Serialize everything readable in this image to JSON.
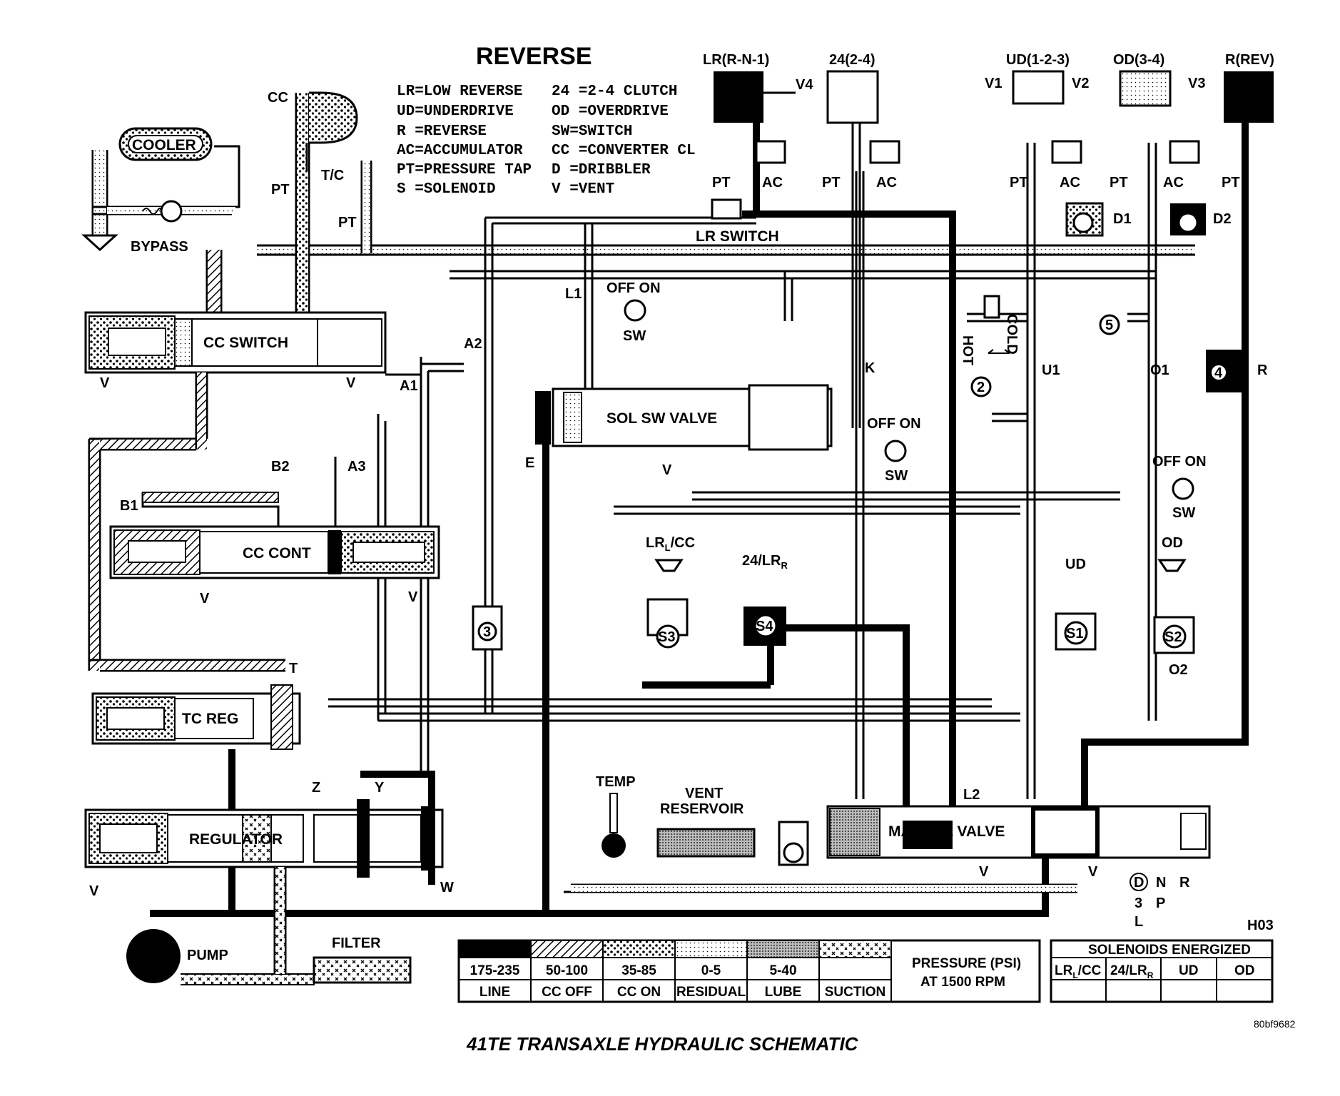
{
  "title": "REVERSE",
  "caption": "41TE TRANSAXLE HYDRAULIC SCHEMATIC",
  "figure_id": "80bf9682",
  "page_code": "H03",
  "legend_abbrev": [
    "LR=LOW REVERSE",
    "24 =2-4 CLUTCH",
    "UD=UNDERDRIVE",
    "OD =OVERDRIVE",
    "R =REVERSE",
    "SW=SWITCH",
    "AC=ACCUMULATOR",
    "CC =CONVERTER CL",
    "PT=PRESSURE TAP",
    "D =DRIBBLER",
    "S =SOLENOID",
    "V =VENT"
  ],
  "clutches": {
    "lr": "LR(R-N-1)",
    "c24": "24(2-4)",
    "ud": "UD(1-2-3)",
    "od": "OD(3-4)",
    "rev": "R(REV)"
  },
  "valves": {
    "cc_switch": "CC SWITCH",
    "cc_cont": "CC CONT",
    "tc_reg": "TC REG",
    "regulator": "REGULATOR",
    "sol_sw_valve": "SOL SW VALVE",
    "manual_valve": "MANUAL VALVE",
    "lr_switch": "LR SWITCH"
  },
  "components": {
    "cooler": "COOLER",
    "bypass": "BYPASS",
    "cc": "CC",
    "tc": "T/C",
    "pump": "PUMP",
    "filter": "FILTER",
    "temp": "TEMP",
    "vent_reservoir_1": "VENT",
    "vent_reservoir_2": "RESERVOIR",
    "hot": "HOT",
    "cold": "COLD"
  },
  "labels": {
    "pt": "PT",
    "ac": "AC",
    "v": "V",
    "sw": "SW",
    "off_on": "OFF ON",
    "v1": "V1",
    "v2": "V2",
    "v3": "V3",
    "v4": "V4",
    "d1": "D1",
    "d2": "D2",
    "l1": "L1",
    "l2": "L2",
    "a1": "A1",
    "a2": "A2",
    "a3": "A3",
    "b1": "B1",
    "b2": "B2",
    "e": "E",
    "k": "K",
    "u1": "U1",
    "o1": "O1",
    "o2": "O2",
    "r": "R",
    "t": "T",
    "w": "W",
    "y": "Y",
    "z": "Z",
    "n1": "2",
    "n2": "3",
    "n3": "4",
    "n4": "5",
    "s1": "S1",
    "s2": "S2",
    "s3": "S3",
    "s4": "S4",
    "sol_lr_cc": "LR",
    "sol_lr_cc_sub": "L",
    "sol_lr_cc_tail": "/CC",
    "sol_24": "24/LR",
    "sol_24_sub": "R",
    "sol_ud": "UD",
    "sol_od": "OD",
    "gear_d": "D",
    "gear_3": "3",
    "gear_l": "L",
    "gear_n": "N",
    "gear_p": "P",
    "gear_r": "R"
  },
  "pressure_legend": {
    "heading_1": "PRESSURE (PSI)",
    "heading_2": "AT 1500 RPM",
    "entries": [
      {
        "psi": "175-235",
        "name": "LINE",
        "pattern": "solid"
      },
      {
        "psi": "50-100",
        "name": "CC OFF",
        "pattern": "hatch"
      },
      {
        "psi": "35-85",
        "name": "CC ON",
        "pattern": "coarse-dots"
      },
      {
        "psi": "0-5",
        "name": "RESIDUAL",
        "pattern": "fine-dots"
      },
      {
        "psi": "5-40",
        "name": "LUBE",
        "pattern": "dense-dots"
      },
      {
        "psi": "",
        "name": "SUCTION",
        "pattern": "cross"
      }
    ]
  },
  "solenoids_energized": {
    "heading": "SOLENOIDS ENERGIZED",
    "columns": [
      "LR",
      "24/LR",
      "UD",
      "OD"
    ],
    "col1_sub": "L",
    "col1_tail": "/CC",
    "col2_sub": "R"
  },
  "colors": {
    "ink": "#000000",
    "paper": "#ffffff"
  }
}
